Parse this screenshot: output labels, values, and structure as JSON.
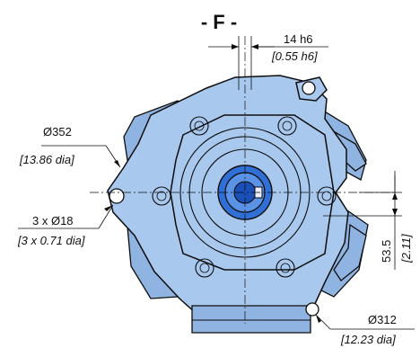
{
  "view_label": "- F -",
  "dimensions": {
    "shaft": {
      "metric": "14 h6",
      "imperial": "[0.55 h6]"
    },
    "outer_diameter": {
      "metric": "Ø352",
      "imperial": "[13.86 dia]"
    },
    "mount_holes": {
      "metric": "3 x Ø18",
      "imperial": "[3 x 0.71 dia]"
    },
    "offset": {
      "metric": "53.5",
      "imperial": "[2.11]"
    },
    "bolt_circle": {
      "metric": "Ø312",
      "imperial": "[12.23 dia]"
    }
  },
  "colors": {
    "body": "#a9c8ee",
    "shaft_outer": "#2f6fd6",
    "shaft_inner": "#1a4fb8",
    "outline": "#0d0d0d"
  }
}
